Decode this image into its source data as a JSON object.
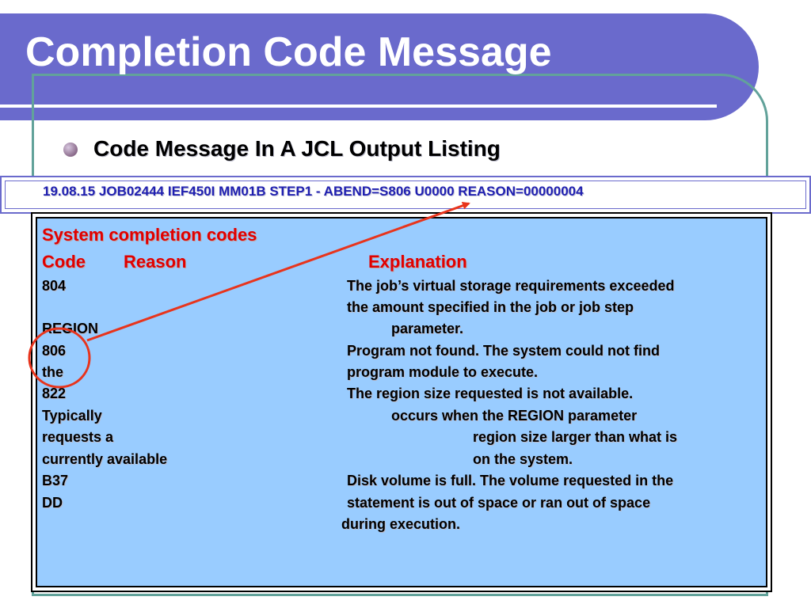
{
  "slide": {
    "title": "Completion Code Message",
    "bullet": "Code Message In A JCL Output Listing",
    "message_line": "19.08.15 JOB02444  IEF450I MM01B STEP1 - ABEND=S806 U0000 REASON=00000004"
  },
  "table": {
    "heading": "System completion codes",
    "col_code": "Code",
    "col_reason": "Reason",
    "col_explanation": "Explanation",
    "rows": [
      {
        "code": "804",
        "reason_lines": [
          "REGION"
        ],
        "explanation_lines": [
          "The job’s virtual storage requirements exceeded",
          "the amount specified in the job or job step",
          "parameter."
        ]
      },
      {
        "code": "806",
        "reason_lines": [
          "the"
        ],
        "explanation_lines": [
          "Program not found. The system could not find",
          "program module to execute."
        ]
      },
      {
        "code": "822",
        "reason_lines": [
          "Typically",
          "requests a",
          "currently available"
        ],
        "explanation_lines": [
          "The region size requested is not available.",
          "occurs when the REGION parameter",
          "region size larger than what is",
          "on the system."
        ]
      },
      {
        "code": "B37",
        "reason_lines": [
          "DD"
        ],
        "explanation_lines": [
          "Disk volume is full. The volume requested in the",
          "statement is out of space or ran out of space",
          "during execution."
        ]
      }
    ]
  },
  "colors": {
    "title_band": "#6a6acc",
    "heading_red": "#e00000",
    "message_blue": "#2020b0",
    "box_blue": "#99ccff",
    "annotation_red": "#e8341c"
  }
}
